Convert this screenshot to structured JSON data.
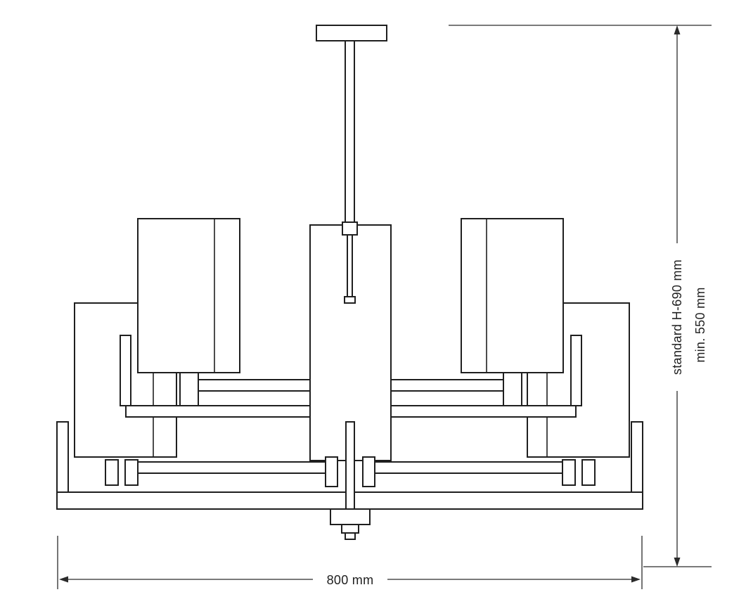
{
  "colors": {
    "background": "#ffffff",
    "line": "#1f1f1f",
    "dimension": "#2b2b2b"
  },
  "drawing": {
    "subject": "chandelier-technical-drawing"
  },
  "annotations": {
    "width": "800 mm",
    "height_standard": "standard H-690 mm",
    "height_min": "min. 550 mm"
  }
}
